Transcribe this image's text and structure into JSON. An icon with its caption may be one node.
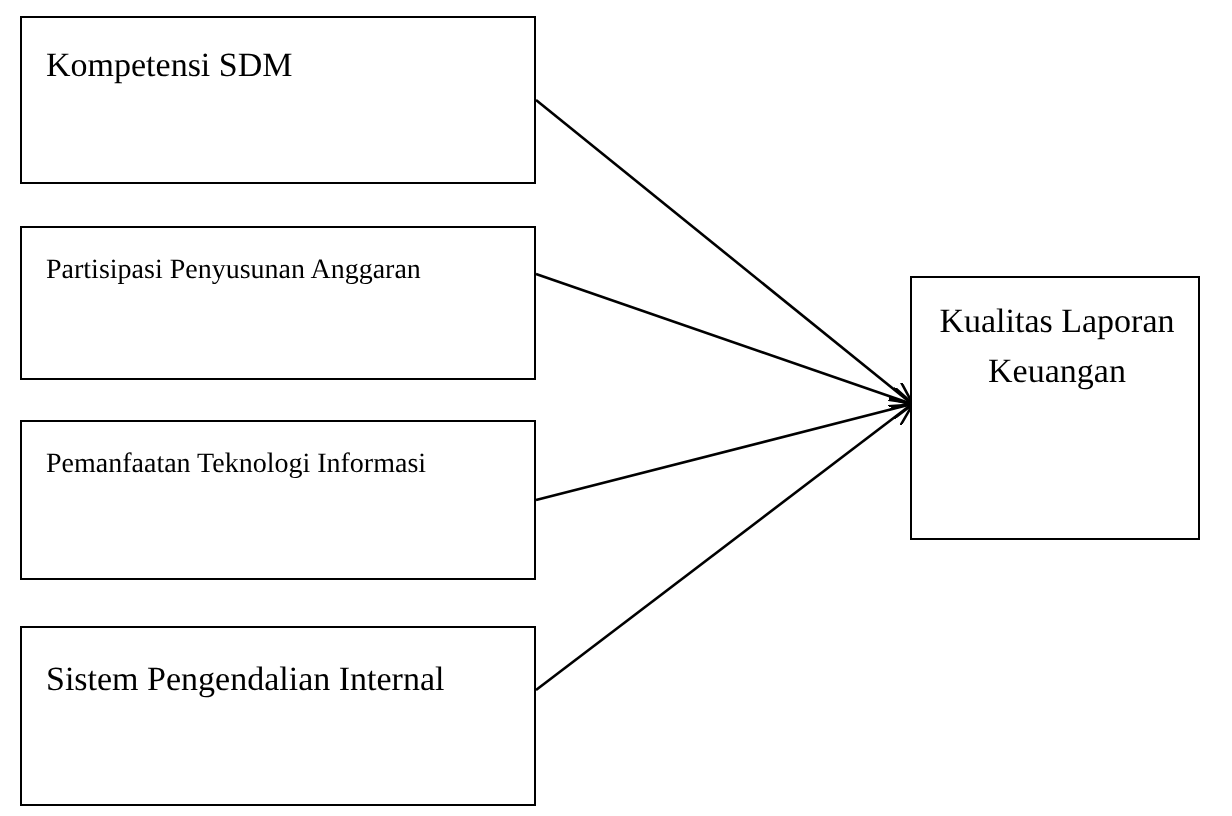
{
  "diagram": {
    "nodes": [
      {
        "text": [
          "Kompetensi SDM"
        ]
      },
      {
        "text": [
          "Partisipasi Penyusunan Anggaran"
        ]
      },
      {
        "text": [
          "Pemanfaatan Teknologi Informasi"
        ]
      },
      {
        "text": [
          "Sistem Pengendalian Internal"
        ]
      },
      {
        "text": [
          "Kualitas Laporan Keuangan"
        ]
      }
    ],
    "edges": [
      {
        "from": 0,
        "to": 4,
        "arrow": "to"
      },
      {
        "from": 1,
        "to": 4,
        "arrow": "to"
      },
      {
        "from": 2,
        "to": 4,
        "arrow": "to"
      },
      {
        "from": 3,
        "to": 4,
        "arrow": "to"
      }
    ]
  }
}
